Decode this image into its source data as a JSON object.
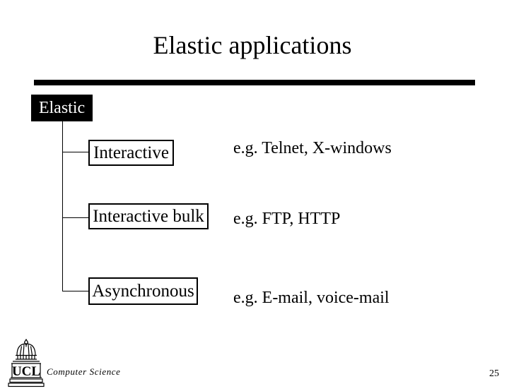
{
  "slide": {
    "title": "Elastic applications",
    "page_number": "25"
  },
  "diagram": {
    "root": {
      "label": "Elastic"
    },
    "children": [
      {
        "label": "Interactive",
        "example": "e.g. Telnet, X-windows"
      },
      {
        "label": "Interactive bulk",
        "example": "e.g. FTP, HTTP"
      },
      {
        "label": "Asynchronous",
        "example": "e.g. E-mail, voice-mail"
      }
    ]
  },
  "footer": {
    "logo_text": "UCL",
    "department": "Computer Science"
  },
  "colors": {
    "background": "#ffffff",
    "foreground": "#000000",
    "root_box_bg": "#000000",
    "root_box_text": "#ffffff"
  }
}
